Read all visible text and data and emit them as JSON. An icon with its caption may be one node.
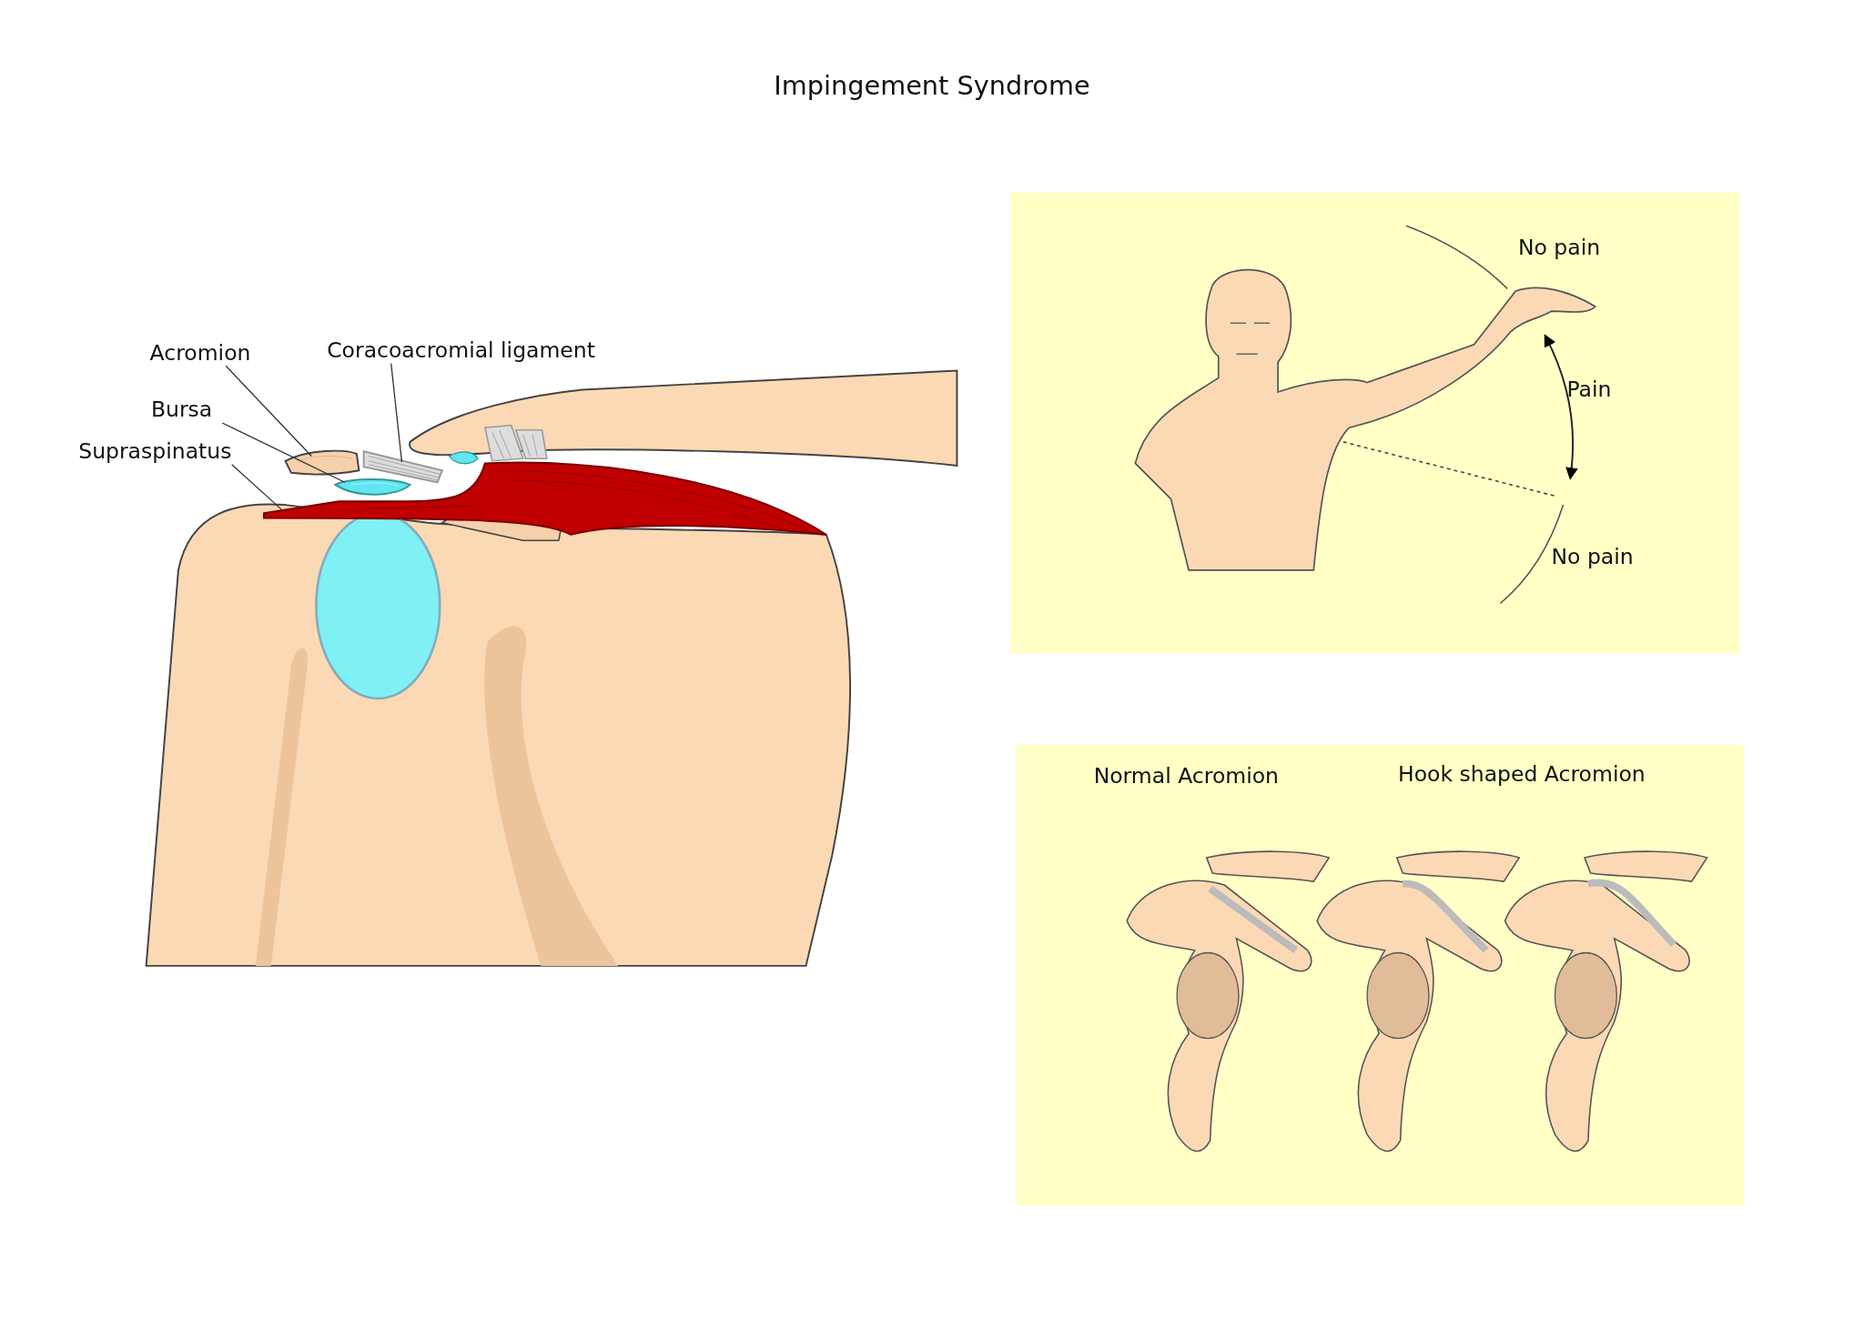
{
  "diagram": {
    "title": "Impingement Syndrome",
    "nodes": [
      {
        "text": [
          "Acromion"
        ]
      },
      {
        "text": [
          "Bursa"
        ]
      },
      {
        "text": [
          "Supraspinatus"
        ]
      },
      {
        "text": [
          "Coracoacromial ligament"
        ]
      },
      {
        "text": [],
        "shape": "picture"
      },
      {
        "text": [],
        "shape": "picture"
      },
      {
        "text": [],
        "shape": "picture"
      },
      {
        "text": [],
        "shape": "picture"
      },
      {
        "text": [
          "No pain",
          "Pain",
          "No pain"
        ]
      },
      {
        "text": [
          "Normal Acromion",
          "Hook shaped Acromion"
        ]
      }
    ],
    "edges": [
      {
        "from": 0,
        "to": 4,
        "arrow": "none"
      },
      {
        "from": 1,
        "to": 5,
        "arrow": "none"
      },
      {
        "from": 2,
        "to": 6,
        "arrow": "none"
      },
      {
        "from": 3,
        "to": 7,
        "arrow": "none"
      }
    ]
  }
}
